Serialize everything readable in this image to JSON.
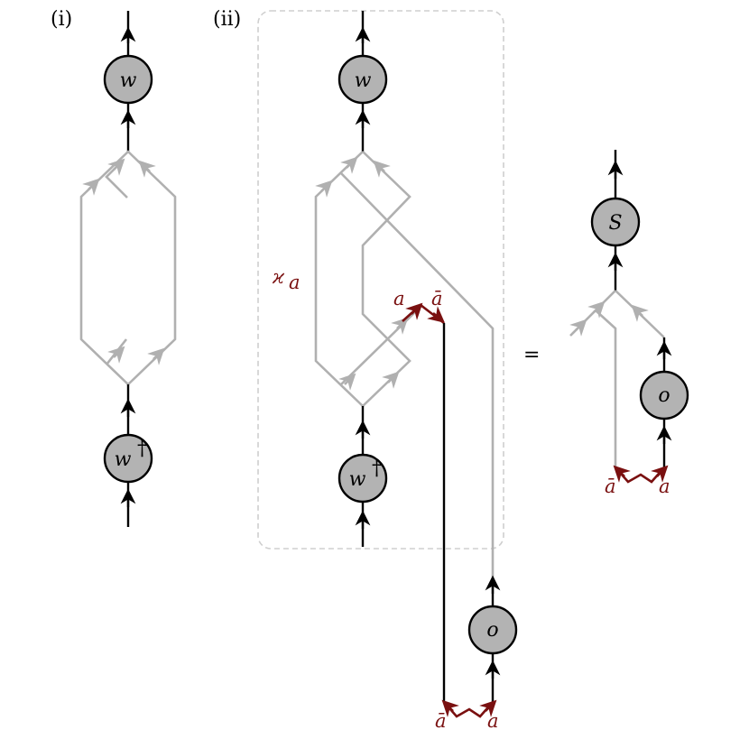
{
  "panels": {
    "panel_i_label": "(i)",
    "panel_ii_label": "(ii)"
  },
  "nodes": {
    "w": "w",
    "w_dagger": "w",
    "dagger": "†",
    "o": "o",
    "S": "S"
  },
  "labels": {
    "kappa": "ϰ",
    "kappa_sub": "a",
    "a": "a",
    "a_bar": "ā",
    "equals": "="
  },
  "colors": {
    "black": "#000000",
    "gray": "#b0b0b0",
    "dark_red": "#7a1010",
    "node_fill": "#b3b3b3",
    "dashed_box": "#cfcfcf"
  }
}
